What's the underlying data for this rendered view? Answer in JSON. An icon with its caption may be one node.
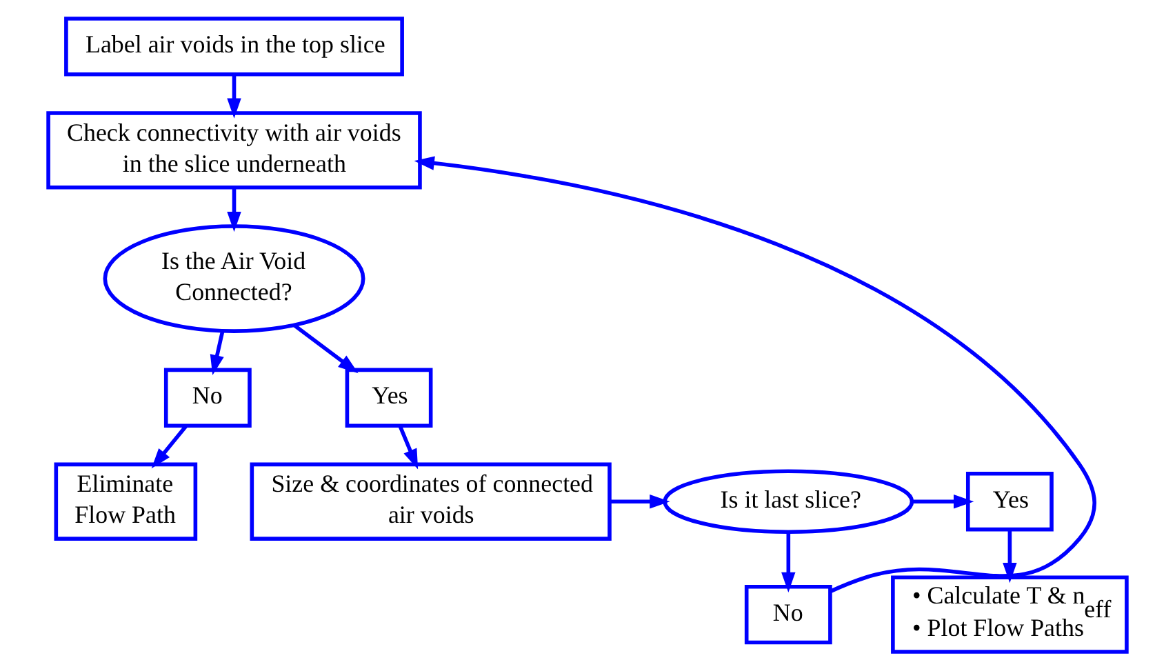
{
  "diagram": {
    "nodes": [
      {
        "text": [
          "Label air voids in the top slice"
        ]
      },
      {
        "text": [
          "Check connectivity with air voids in the slice underneath"
        ]
      },
      {
        "text": [
          "Is the Air Void Connected?"
        ]
      },
      {
        "text": [
          "No"
        ]
      },
      {
        "text": [
          "Yes"
        ]
      },
      {
        "text": [
          "Eliminate Flow Path"
        ]
      },
      {
        "text": [
          "Size & coordinates of connected air voids"
        ]
      },
      {
        "text": [
          "Is it last slice?"
        ]
      },
      {
        "text": [
          "No"
        ]
      },
      {
        "text": [
          "Yes"
        ]
      },
      {
        "text": [
          "• Calculate T & n$_{eff}$",
          "• Plot Flow Paths"
        ]
      }
    ],
    "edges": [
      {
        "from": 0,
        "to": 1,
        "arrow": "to"
      },
      {
        "from": 1,
        "to": 2,
        "arrow": "to"
      },
      {
        "from": 2,
        "to": 3,
        "arrow": "to"
      },
      {
        "from": 2,
        "to": 4,
        "arrow": "to"
      },
      {
        "from": 3,
        "to": 5,
        "arrow": "to"
      },
      {
        "from": 4,
        "to": 6,
        "arrow": "to"
      },
      {
        "from": 6,
        "to": 7,
        "arrow": "to"
      },
      {
        "from": 7,
        "to": 8,
        "arrow": "to"
      },
      {
        "from": 8,
        "to": 1,
        "arrow": "to"
      },
      {
        "from": 7,
        "to": 9,
        "arrow": "to"
      },
      {
        "from": 9,
        "to": 10,
        "arrow": "to"
      }
    ]
  }
}
